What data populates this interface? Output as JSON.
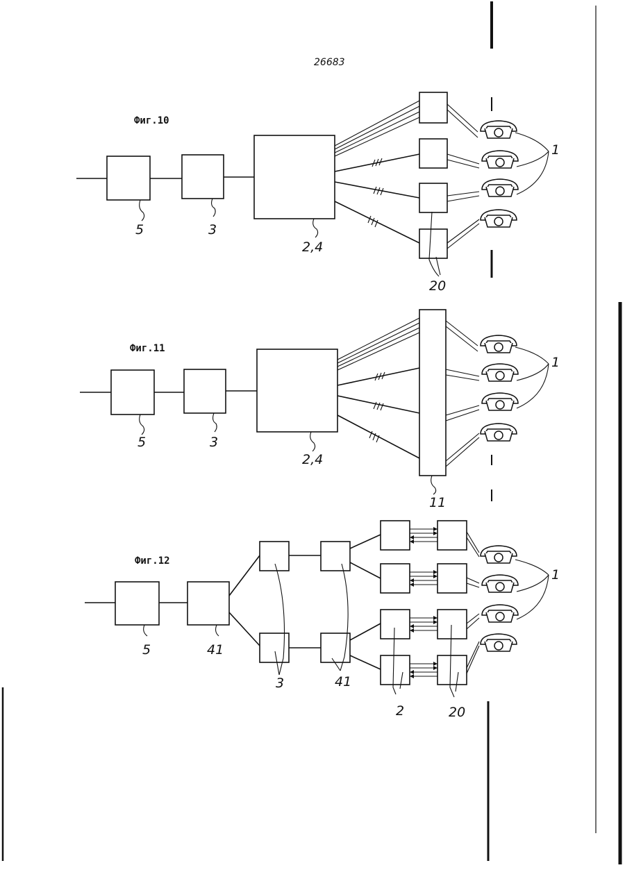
{
  "page_number": "26683",
  "figures": [
    {
      "id": "fig10",
      "title": "Фиг.10",
      "labels": {
        "enc_a": "5",
        "enc_b": "3",
        "hub": "2,4",
        "terminal": "20",
        "phones": "1"
      }
    },
    {
      "id": "fig11",
      "title": "Фиг.11",
      "labels": {
        "enc_a": "5",
        "enc_b": "3",
        "hub": "2,4",
        "panel": "11",
        "phones": "1"
      }
    },
    {
      "id": "fig12",
      "title": "Фиг.12",
      "labels": {
        "enc_a": "5",
        "split": "41",
        "mid3": "3",
        "mid41": "41",
        "left2": "2",
        "right20": "20",
        "phones": "1"
      }
    }
  ]
}
